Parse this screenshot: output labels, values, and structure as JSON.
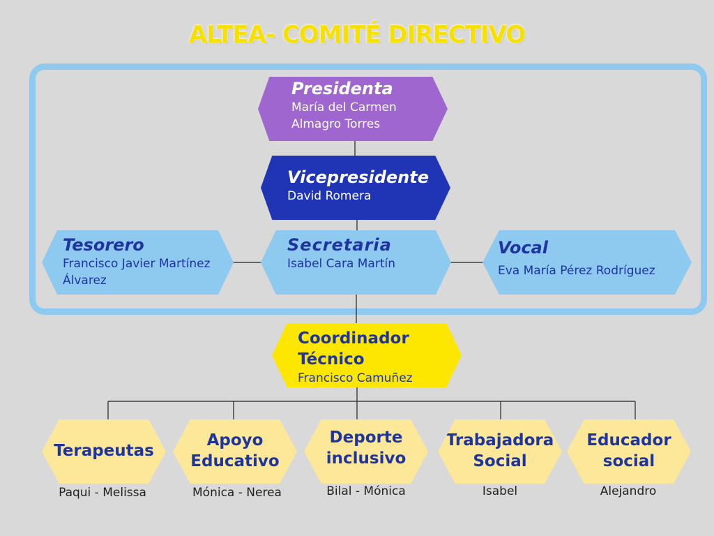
{
  "title": "ALTEA- COMITÉ DIRECTIVO",
  "committee": {
    "presidenta": {
      "role": "Presidenta",
      "name_line1": "María del Carmen",
      "name_line2": "Almagro Torres"
    },
    "vicepresidente": {
      "role": "Vicepresidente",
      "name": "David Romera"
    },
    "tesorero": {
      "role": "Tesorero",
      "name_line1": "Francisco Javier Martínez",
      "name_line2": "Álvarez"
    },
    "secretaria": {
      "role": "Secretaria",
      "name": "Isabel Cara Martín"
    },
    "vocal": {
      "role": "Vocal",
      "name": "Eva María Pérez Rodríguez"
    }
  },
  "coordinador": {
    "role_line1": "Coordinador",
    "role_line2": "Técnico",
    "name": "Francisco Camuñez"
  },
  "areas": [
    {
      "label": "Terapeutas",
      "people": "Paqui - Melissa"
    },
    {
      "label": "Apoyo\nEducativo",
      "people": "Mónica - Nerea"
    },
    {
      "label": "Deporte\ninclusivo",
      "people": "Bilal - Mónica"
    },
    {
      "label": "Trabajadora\nSocial",
      "people": "Isabel"
    },
    {
      "label": "Educador\nsocial",
      "people": "Alejandro"
    }
  ],
  "colors": {
    "background": "#d9d9d9",
    "title": "#f6e000",
    "frame": "#8ec9ef",
    "presidenta": "#a066d0",
    "vicepresidente": "#1f35b5",
    "light_blue": "#8ec9ef",
    "coordinador": "#fde600",
    "areas": "#fde89a",
    "dark_text": "#1e35a0"
  }
}
